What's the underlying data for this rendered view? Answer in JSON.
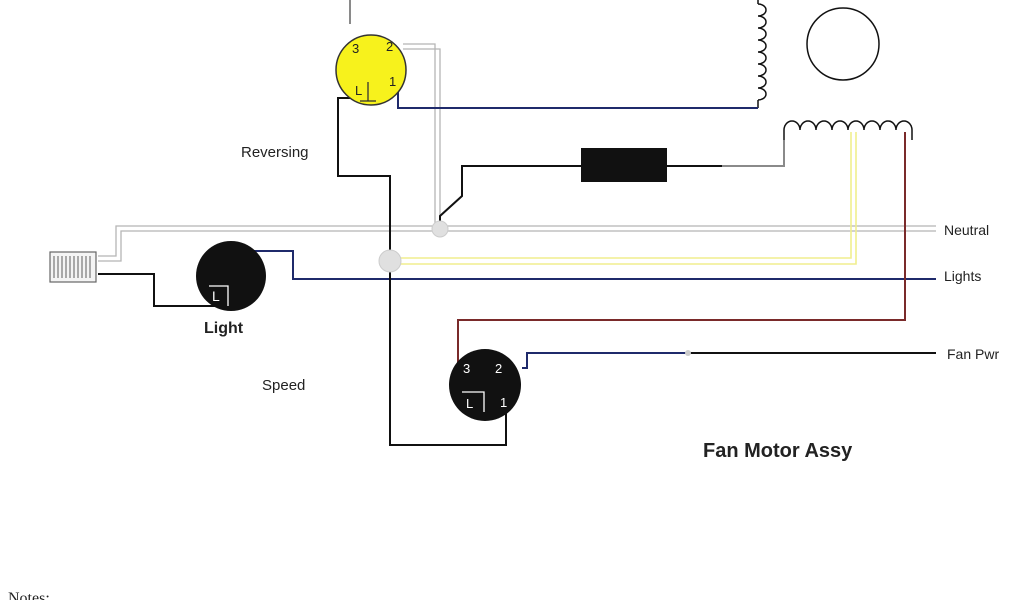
{
  "labels": {
    "reversing": "Reversing",
    "neutral": "Neutral",
    "lights": "Lights",
    "fan_pwr": "Fan Pwr",
    "light": "Light",
    "speed": "Speed",
    "fan_motor_assy": "Fan Motor Assy",
    "notes": "Notes:"
  },
  "reversing_switch": {
    "t3": "3",
    "t2": "2",
    "t1": "1",
    "tL": "L"
  },
  "light_switch": {
    "tL": "L"
  },
  "speed_switch": {
    "t3": "3",
    "t2": "2",
    "t1": "1",
    "tL": "L"
  },
  "colors": {
    "black": "#111111",
    "white_wire": "#bdbdbd",
    "yellow_wire": "#f3f19a",
    "blue_wire": "#1f2a6b",
    "red_wire": "#7a2a2a",
    "gray_wire": "#8a8a8a",
    "yellow_switch": "#f7f21c"
  }
}
